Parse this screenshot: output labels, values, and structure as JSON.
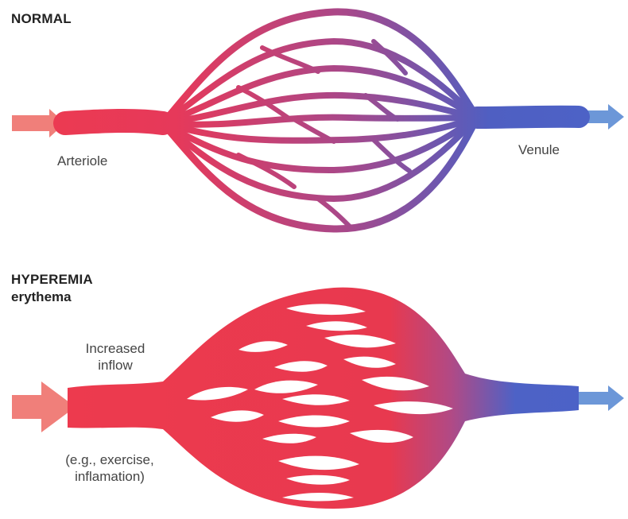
{
  "normal": {
    "title": "NORMAL",
    "arteriole_label": "Arteriole",
    "venule_label": "Venule"
  },
  "hyperemia": {
    "title": "HYPEREMIA",
    "subtitle": "erythema",
    "inflow_line1": "Increased",
    "inflow_line2": "inflow",
    "example_line1": "(e.g., exercise,",
    "example_line2": "inflamation)"
  },
  "colors": {
    "arterial": "#e8384f",
    "venous": "#4a66c4",
    "inflow_arrow": "#f07f7a",
    "outflow_arrow": "#6c97d8"
  }
}
